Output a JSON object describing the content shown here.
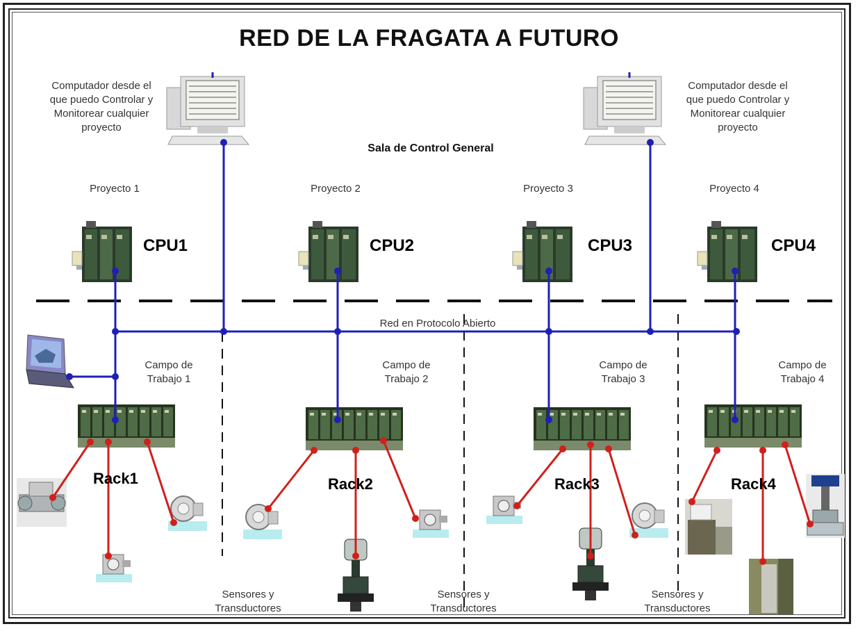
{
  "title": "RED DE LA FRAGATA  A FUTURO",
  "control_room": "Sala de Control General",
  "computer_left": [
    "Computador desde el",
    "que puedo Controlar y",
    "Monitorear cualquier",
    "proyecto"
  ],
  "computer_right": [
    "Computador desde el",
    "que puedo Controlar y",
    "Monitorear cualquier",
    "proyecto"
  ],
  "network_label": "Red en Protocolo Abierto",
  "projects": [
    {
      "project": "Proyecto 1",
      "cpu": "CPU1",
      "field": [
        "Campo de",
        "Trabajo 1"
      ],
      "rack": "Rack1"
    },
    {
      "project": "Proyecto 2",
      "cpu": "CPU2",
      "field": [
        "Campo de",
        "Trabajo 2"
      ],
      "rack": "Rack2"
    },
    {
      "project": "Proyecto 3",
      "cpu": "CPU3",
      "field": [
        "Campo de",
        "Trabajo 3"
      ],
      "rack": "Rack3"
    },
    {
      "project": "Proyecto 4",
      "cpu": "CPU4",
      "field": [
        "Campo de",
        "Trabajo 4"
      ],
      "rack": "Rack4"
    }
  ],
  "sensors_label": [
    "Sensores y",
    "Transductores"
  ],
  "colors": {
    "network": "#1f1fb8",
    "sensor_link": "#d0201c",
    "divider": "#111111"
  }
}
